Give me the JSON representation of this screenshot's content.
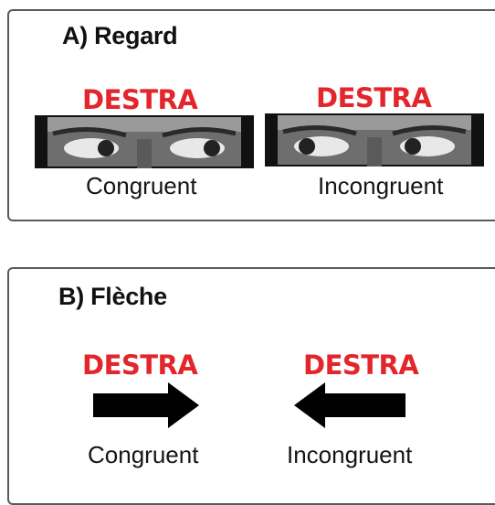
{
  "panel_a": {
    "title": "A) Regard",
    "stimuli": [
      {
        "word": "DESTRA",
        "caption": "Congruent",
        "gaze": "right"
      },
      {
        "word": "DESTRA",
        "caption": "Incongruent",
        "gaze": "left"
      }
    ]
  },
  "panel_b": {
    "title": "B) Flèche",
    "stimuli": [
      {
        "word": "DESTRA",
        "caption": "Congruent",
        "arrow": "right"
      },
      {
        "word": "DESTRA",
        "caption": "Incongruent",
        "arrow": "left"
      }
    ]
  },
  "colors": {
    "word": "#e3262b",
    "border": "#5a5a5a",
    "arrow": "#000000"
  }
}
